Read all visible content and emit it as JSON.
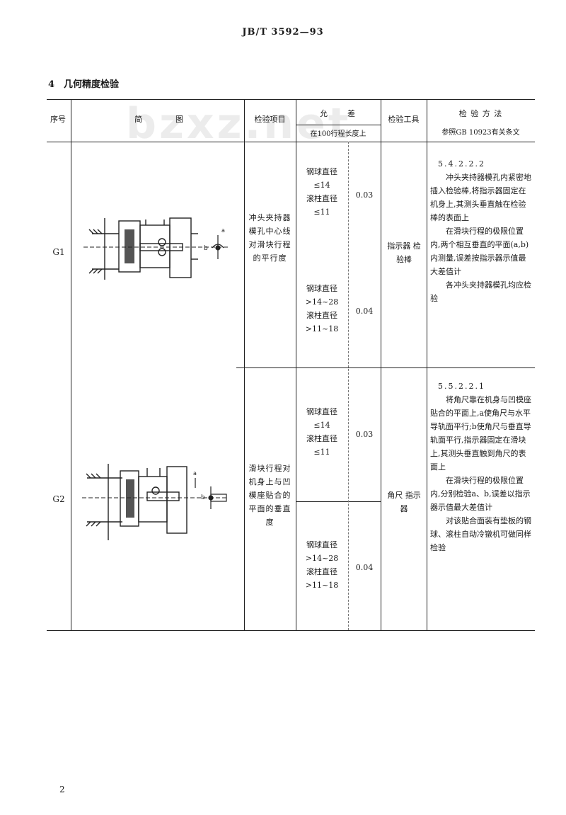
{
  "header": "JB/T 3592—93",
  "section_title": "4　几何精度检验",
  "watermark": "bzxz.net",
  "table": {
    "headers": {
      "no": "序号",
      "figure_left": "简",
      "figure_right": "图",
      "item": "检验项目",
      "tolerance": "允　　差",
      "tolerance_sub": "在100行程长度上",
      "tool": "检验工具",
      "method": "检 验 方 法",
      "method_sub": "参照GB 10923有关条文"
    },
    "rows": [
      {
        "no": "G1",
        "item": "冲头夹持器模孔中心线对滑块行程的平行度",
        "tol_a_label": [
          "钢球直径",
          "≤14",
          "滚柱直径",
          "≤11"
        ],
        "tol_a_value": "0.03",
        "tol_b_label": [
          "钢球直径",
          ">14~28",
          "滚柱直径",
          ">11~18"
        ],
        "tol_b_value": "0.04",
        "tool": "指示器 检验棒",
        "method": [
          "5.4.2.2.2",
          "冲头夹持器模孔内紧密地插入检验棒,将指示器固定在机身上,其测头垂直触在检验棒的表面上",
          "在滑块行程的极限位置内,两个相互垂直的平面(a,b)内测量,误差按指示器示值最大差值计",
          "各冲头夹持器模孔均应检验"
        ],
        "fig_labels": {
          "a": "a",
          "b": "b"
        }
      },
      {
        "no": "G2",
        "item": "滑块行程对机身上与凹模座贴合的平面的垂直度",
        "tol_a_label": [
          "钢球直径",
          "≤14",
          "滚柱直径",
          "≤11"
        ],
        "tol_a_value": "0.03",
        "tol_b_label": [
          "钢球直径",
          ">14~28",
          "滚柱直径",
          ">11~18"
        ],
        "tol_b_value": "0.04",
        "tool": "角尺 指示器",
        "method": [
          "5.5.2.2.1",
          "将角尺靠在机身与凹模座贴合的平面上,a使角尺与水平导轨面平行;b使角尺与垂直导轨面平行,指示器固定在滑块上,其测头垂直触到角尺的表面上",
          "在滑块行程的极限位置内,分别检验a、b,误差以指示器示值最大差值计",
          "对该贴合面装有垫板的钢球、滚柱自动冷镦机可做同样检验"
        ],
        "fig_labels": {
          "a": "a",
          "b": "b"
        }
      }
    ]
  },
  "page_number": "2"
}
